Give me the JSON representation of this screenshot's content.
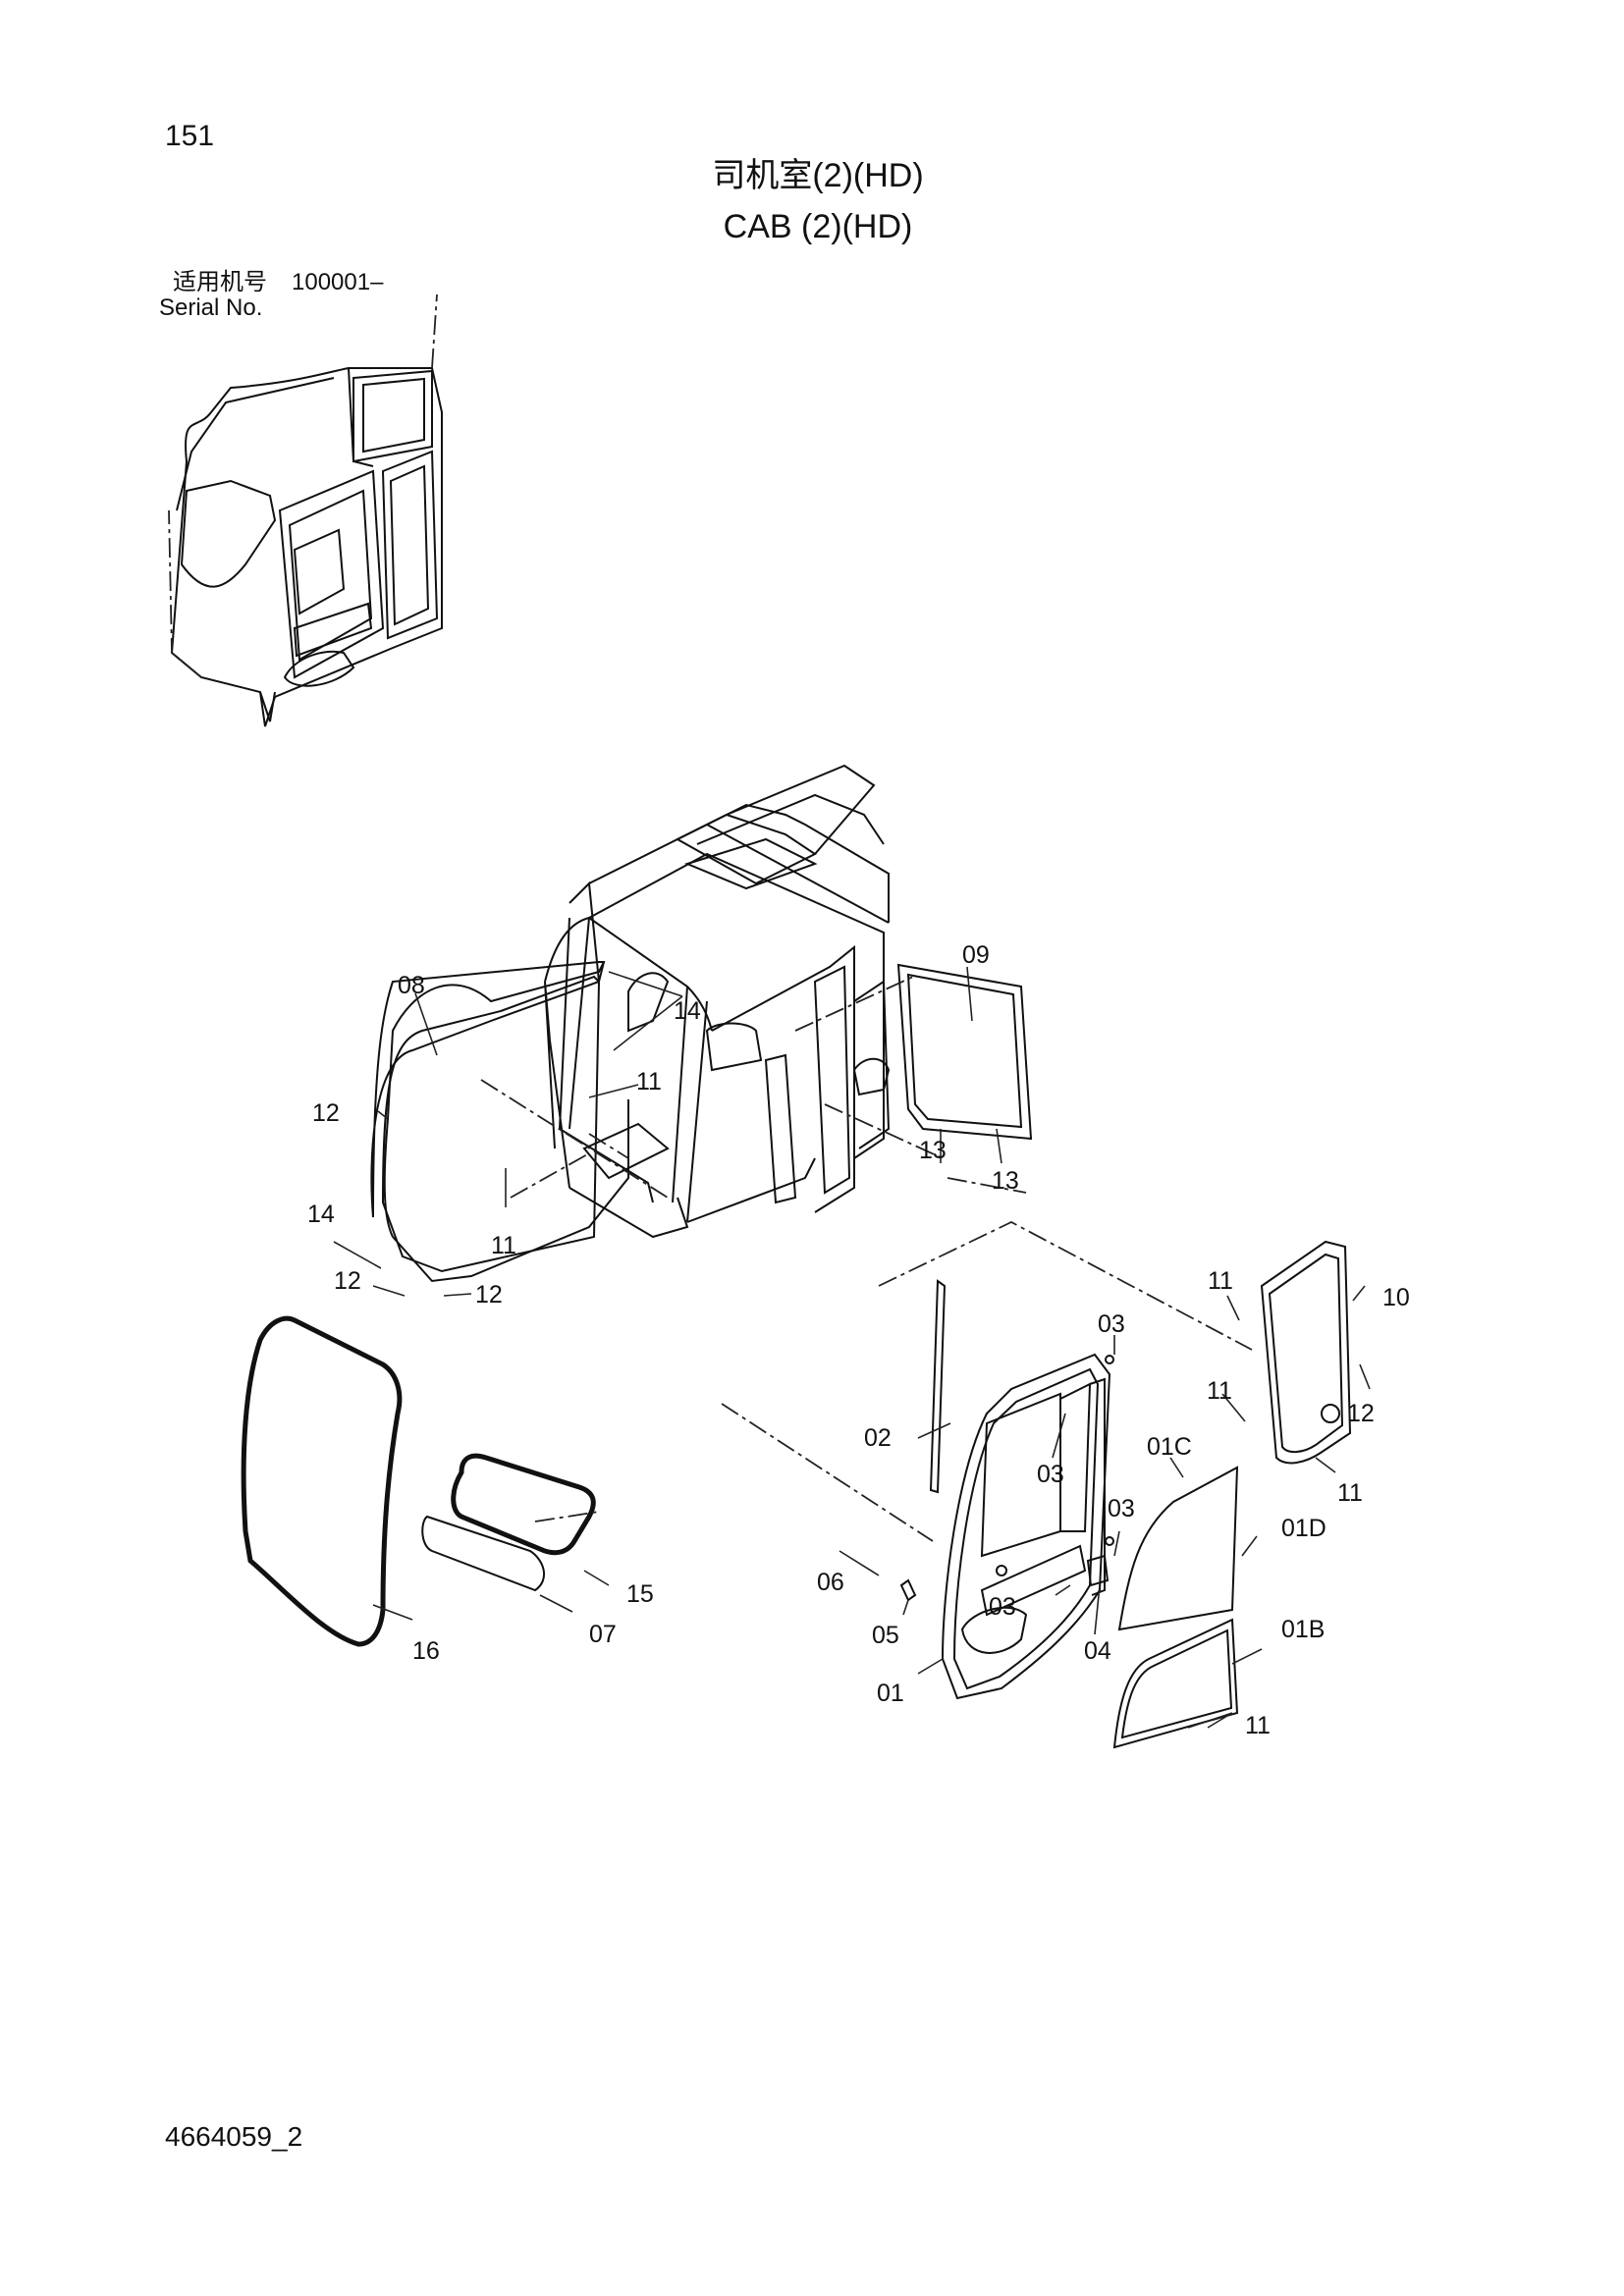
{
  "page_number": "151",
  "title_cn": "司机室(2)(HD)",
  "title_en": "CAB (2)(HD)",
  "serial": {
    "label_cn": "适用机号",
    "value": "100001–",
    "label_en": "Serial No."
  },
  "document_code": "4664059_2",
  "callouts": {
    "c08": "08",
    "c09": "09",
    "c14a": "14",
    "c11a": "11",
    "c12a": "12",
    "c13a": "13",
    "c13b": "13",
    "c11b": "11",
    "c14b": "14",
    "c12b": "12",
    "c12c": "12",
    "c11c": "11",
    "c10": "10",
    "c03a": "03",
    "c11d": "11",
    "c12d": "12",
    "c01c": "01C",
    "c11e": "11",
    "c02": "02",
    "c03b": "03",
    "c03c": "03",
    "c01d": "01D",
    "c15": "15",
    "c06": "06",
    "c03d": "03",
    "c16": "16",
    "c07": "07",
    "c05": "05",
    "c04": "04",
    "c01b": "01B",
    "c01": "01",
    "c11f": "11"
  }
}
